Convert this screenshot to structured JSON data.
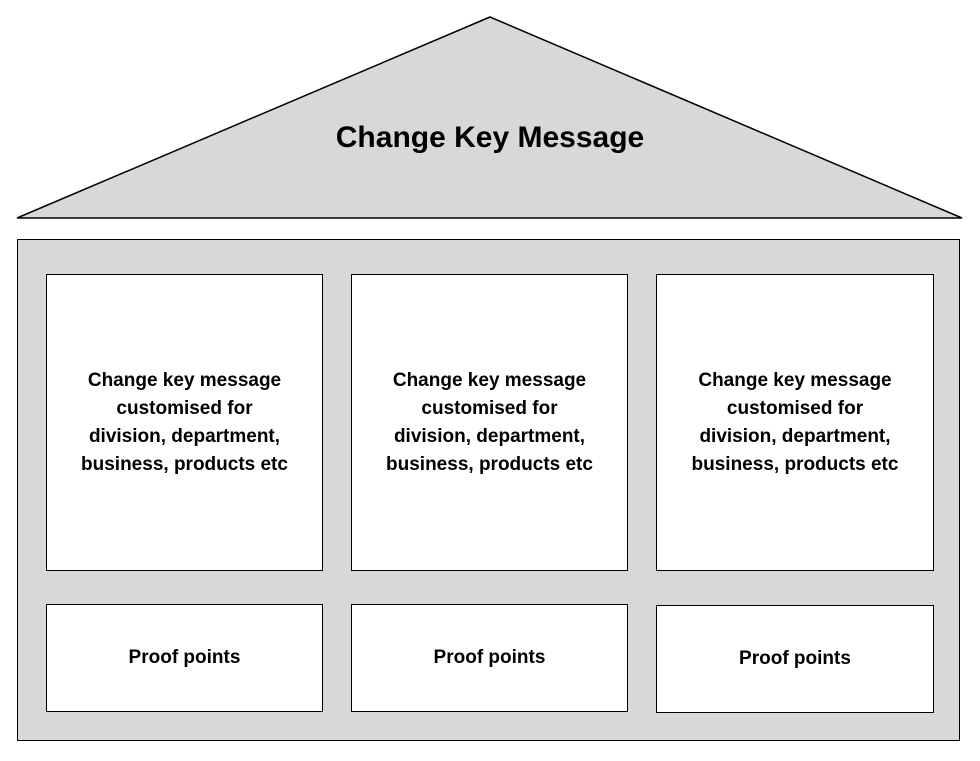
{
  "roof": {
    "title": "Change Key Message",
    "fill": "#d8d8d8"
  },
  "pillars": [
    {
      "label": "Change key message customised for division, department, business, products etc"
    },
    {
      "label": "Change key message customised for division, department, business, products etc"
    },
    {
      "label": "Change key message customised for division, department, business, products etc"
    }
  ],
  "proof_points": [
    {
      "label": "Proof points"
    },
    {
      "label": "Proof points"
    },
    {
      "label": "Proof points"
    }
  ]
}
